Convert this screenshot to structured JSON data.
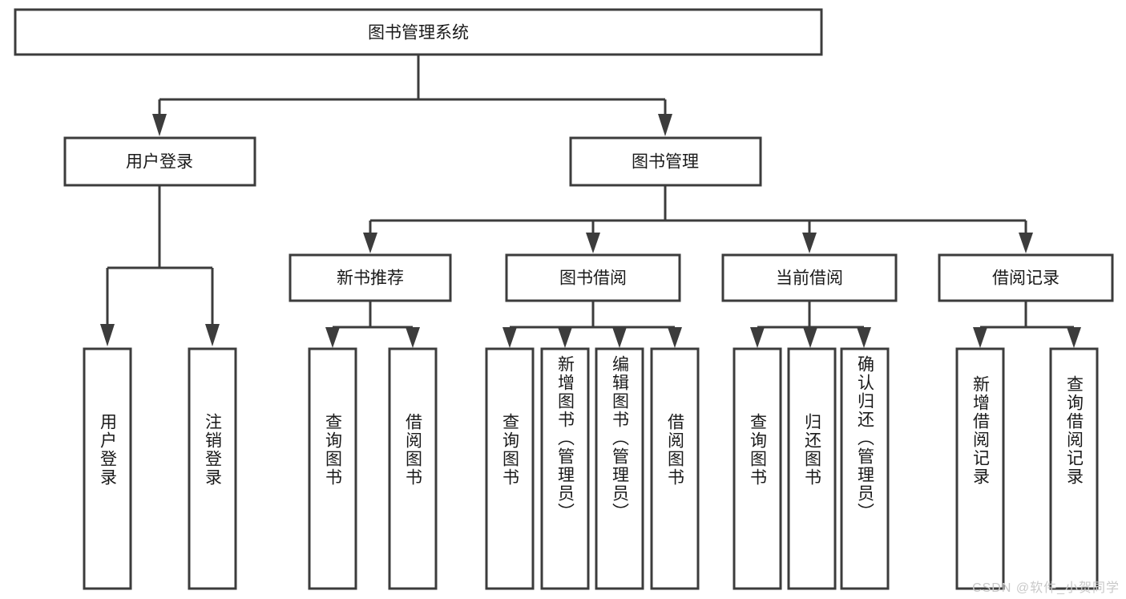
{
  "diagram": {
    "type": "hierarchy-tree",
    "title_node": {
      "label": "图书管理系统"
    },
    "level2": [
      {
        "id": "user-login",
        "label": "用户登录"
      },
      {
        "id": "book-management",
        "label": "图书管理"
      }
    ],
    "level3": [
      {
        "id": "new-book-recommend",
        "label": "新书推荐",
        "parent": "book-management"
      },
      {
        "id": "book-borrow",
        "label": "图书借阅",
        "parent": "book-management"
      },
      {
        "id": "current-borrow",
        "label": "当前借阅",
        "parent": "book-management"
      },
      {
        "id": "borrow-record",
        "label": "借阅记录",
        "parent": "book-management"
      }
    ],
    "leaves": {
      "user-login": [
        {
          "id": "leaf-user-login",
          "label": "用户登录"
        },
        {
          "id": "leaf-user-logout",
          "label": "注销登录"
        }
      ],
      "new-book-recommend": [
        {
          "id": "leaf-query-book-1",
          "label": "查询图书"
        },
        {
          "id": "leaf-borrow-book-1",
          "label": "借阅图书"
        }
      ],
      "book-borrow": [
        {
          "id": "leaf-query-book-2",
          "label": "查询图书"
        },
        {
          "id": "leaf-add-book",
          "label": "新增图书（管理员）"
        },
        {
          "id": "leaf-edit-book",
          "label": "编辑图书（管理员）"
        },
        {
          "id": "leaf-borrow-book-2",
          "label": "借阅图书"
        }
      ],
      "current-borrow": [
        {
          "id": "leaf-query-book-3",
          "label": "查询图书"
        },
        {
          "id": "leaf-return-book",
          "label": "归还图书"
        },
        {
          "id": "leaf-confirm-return",
          "label": "确认归还（管理员）"
        }
      ],
      "borrow-record": [
        {
          "id": "leaf-add-record",
          "label": "新增借阅记录"
        },
        {
          "id": "leaf-query-record",
          "label": "查询借阅记录"
        }
      ]
    }
  },
  "watermark": {
    "text": "CSDN @软件_小贺同学"
  },
  "colors": {
    "stroke": "#3c3c3c",
    "fill": "#ffffff",
    "text": "#1a1a1a",
    "watermark": "#c9c9c9",
    "background": "#ffffff"
  }
}
